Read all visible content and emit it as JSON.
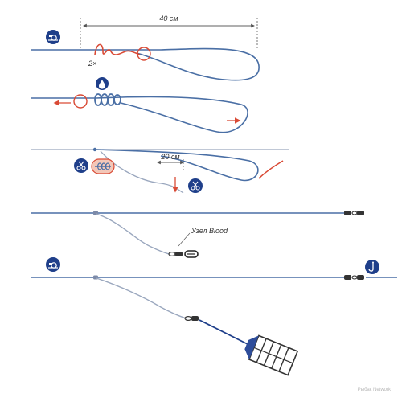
{
  "labels": {
    "length_top": "40 см",
    "turns": "2×",
    "length_mid": "20 см",
    "knot_name": "Узел Blood",
    "watermark": "Рыбак\nNetwork"
  },
  "icons": {
    "step1": "fishing-reel-icon",
    "step2": "drop-icon",
    "step3a": "scissors-icon",
    "step3b": "scissors-icon",
    "step5a": "fishing-reel-icon",
    "step5b": "fishing-hook-icon"
  },
  "colors": {
    "line": "#4a6fa5",
    "leader": "#9aa7be",
    "accent": "#d94a35",
    "icon_bg": "#1f3f8a",
    "knot_fill": "#f3c7b8"
  }
}
